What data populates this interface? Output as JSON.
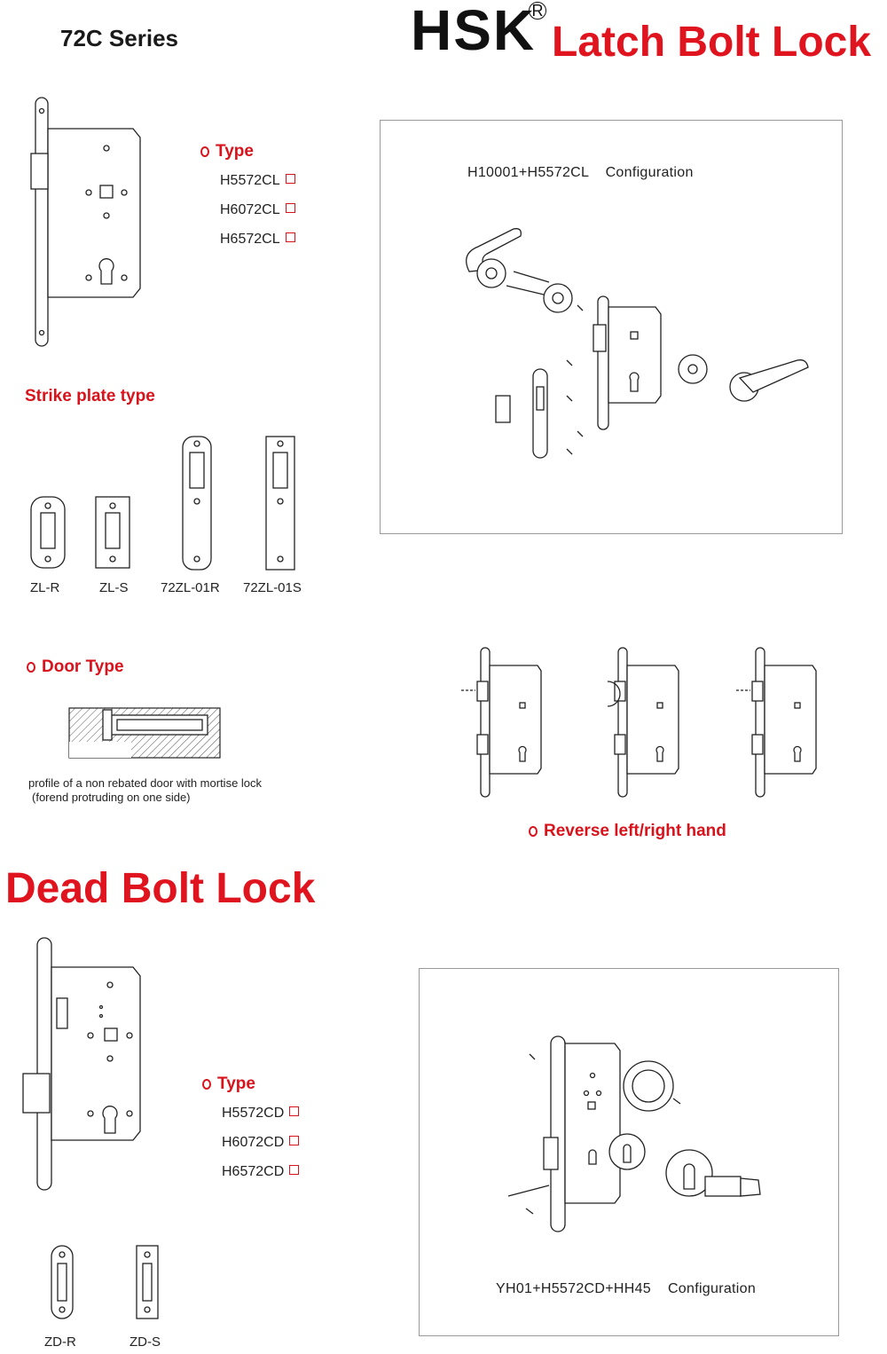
{
  "header": {
    "series": "72C Series",
    "brand": "HSK",
    "registered": "R",
    "latch_title": "Latch Bolt Lock"
  },
  "latch": {
    "type_heading": "Type",
    "types": [
      "H5572CL",
      "H6072CL",
      "H6572CL"
    ],
    "config_caption": "H10001+H5572CL    Configuration"
  },
  "strike": {
    "heading": "Strike plate type",
    "items": [
      "ZL-R",
      "ZL-S",
      "72ZL-01R",
      "72ZL-01S"
    ]
  },
  "door": {
    "heading": "Door Type",
    "note_line1": "profile of a non rebated door with mortise lock",
    "note_line2": "(forend protruding on one side)"
  },
  "reverse": {
    "heading": "Reverse left/right hand"
  },
  "dead": {
    "title": "Dead Bolt Lock",
    "type_heading": "Type",
    "types": [
      "H5572CD",
      "H6072CD",
      "H6572CD"
    ],
    "strike_items": [
      "ZD-R",
      "ZD-S"
    ],
    "config_caption": "YH01+H5572CD+HH45    Configuration"
  },
  "colors": {
    "accent": "#e0141e",
    "ink": "#222222"
  }
}
